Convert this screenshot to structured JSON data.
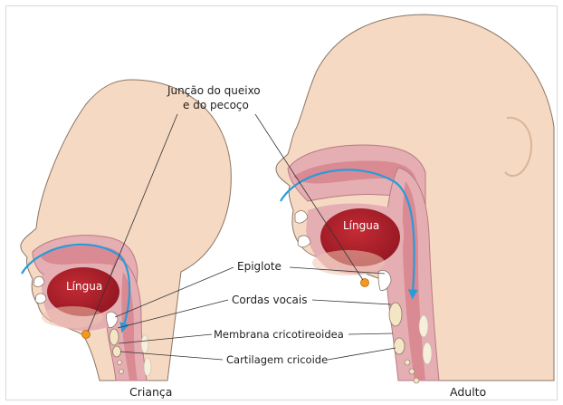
{
  "labels": {
    "chin_neck_line1": "Junção do queixo",
    "chin_neck_line2": "e do pecoço",
    "epiglottis": "Epiglote",
    "vocal_cords": "Cordas vocais",
    "cricothyroid_membrane": "Membrana cricotireoidea",
    "cricoid_cartilage": "Cartilagem cricoide",
    "tongue_child": "Língua",
    "tongue_adult": "Língua"
  },
  "captions": {
    "child": "Criança",
    "adult": "Adulto"
  },
  "colors": {
    "skin": "#f6d9c2",
    "head_outline": "#8a7666",
    "tissue_pink": "#e5aeb3",
    "airway": "#d98a93",
    "tongue": "#b8202a",
    "arrow": "#2a9bd8",
    "marker": "#f39a1e",
    "cartilage": "#f3e6c4",
    "leader_line": "#333333"
  }
}
